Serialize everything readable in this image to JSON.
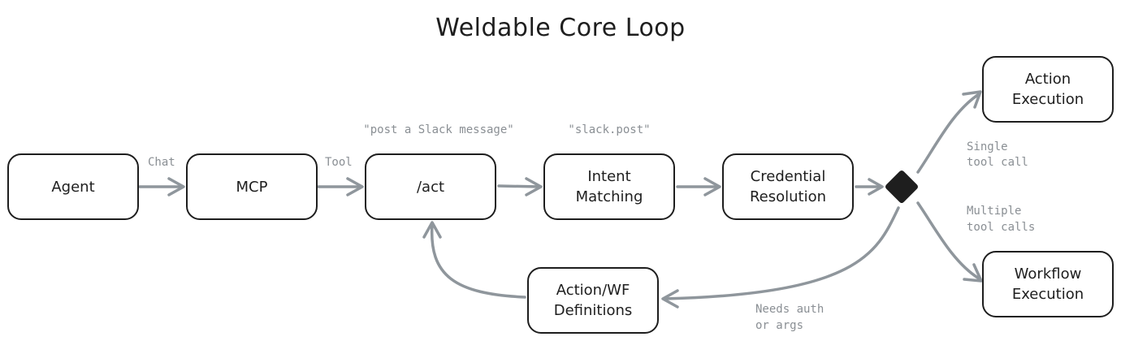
{
  "title": "Weldable Core Loop",
  "nodes": {
    "agent": [
      "Agent"
    ],
    "mcp": [
      "MCP"
    ],
    "act": [
      "/act"
    ],
    "intent": [
      "Intent",
      "Matching"
    ],
    "credential": [
      "Credential",
      "Resolution"
    ],
    "action_exec": [
      "Action",
      "Execution"
    ],
    "workflow_exec": [
      "Workflow",
      "Execution"
    ],
    "definitions": [
      "Action/WF",
      "Definitions"
    ]
  },
  "edge_labels": {
    "chat": "Chat",
    "tool": "Tool",
    "single": [
      "Single",
      "tool call"
    ],
    "multiple": [
      "Multiple",
      "tool calls"
    ],
    "needs": [
      "Needs auth",
      "or args"
    ]
  },
  "annotations": {
    "act_example": "\"post a Slack message\"",
    "intent_example": "\"slack.post\""
  },
  "colors": {
    "ink": "#1e1e1e",
    "arrow": "#8f969c",
    "label": "#8a8f94",
    "background": "#ffffff"
  }
}
